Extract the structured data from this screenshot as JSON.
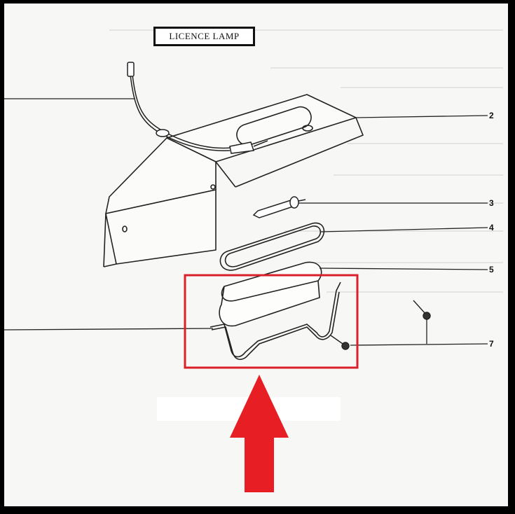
{
  "title": "LICENCE LAMP",
  "part_numbers": [
    "2",
    "3",
    "4",
    "5",
    "7"
  ],
  "colors": {
    "highlight": "#d9202b",
    "arrow": "#e81e25",
    "line": "#222222"
  }
}
